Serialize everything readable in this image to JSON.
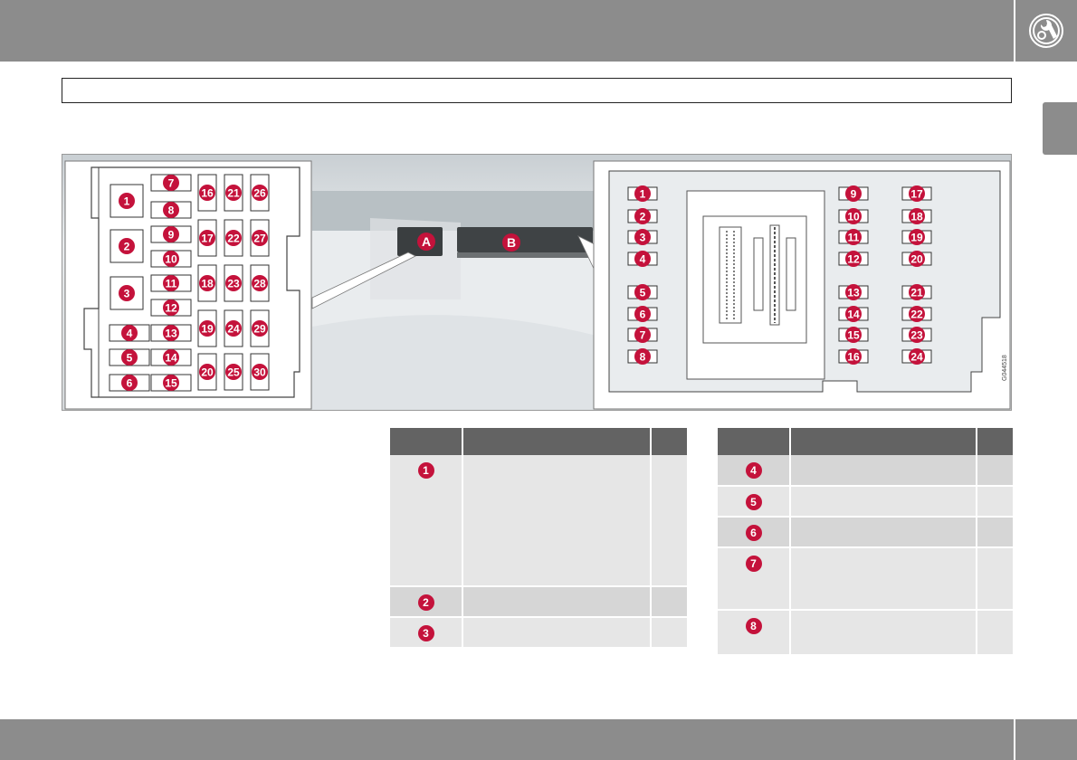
{
  "colors": {
    "bar": "#8c8c8c",
    "badge": "#c4123b",
    "table_header": "#636363",
    "row_dark": "#d6d6d6",
    "row_light": "#e6e6e6"
  },
  "header": {
    "icon": "wrench-gear-icon",
    "section_title": ""
  },
  "figure": {
    "callouts": [
      "A",
      "B"
    ],
    "code": "G044518",
    "left_panel": {
      "relays": [
        "1",
        "2",
        "3"
      ],
      "small_left": [
        "4",
        "5",
        "6"
      ],
      "col2": [
        "7",
        "8",
        "9",
        "10",
        "11",
        "12",
        "13",
        "14",
        "15"
      ],
      "col3": [
        "16",
        "17",
        "18",
        "19",
        "20"
      ],
      "col4": [
        "21",
        "22",
        "23",
        "24",
        "25"
      ],
      "col5": [
        "26",
        "27",
        "28",
        "29",
        "30"
      ]
    },
    "right_panel": {
      "col1": [
        "1",
        "2",
        "3",
        "4",
        "5",
        "6",
        "7",
        "8"
      ],
      "col2": [
        "9",
        "10",
        "11",
        "12",
        "13",
        "14",
        "15",
        "16"
      ],
      "col3": [
        "17",
        "18",
        "19",
        "20",
        "21",
        "22",
        "23",
        "24"
      ]
    }
  },
  "table_left": {
    "rows": [
      {
        "num": "1",
        "func": "",
        "amp": ""
      },
      {
        "num": "2",
        "func": "",
        "amp": ""
      },
      {
        "num": "3",
        "func": "",
        "amp": ""
      }
    ]
  },
  "table_right": {
    "rows": [
      {
        "num": "4",
        "func": "",
        "amp": ""
      },
      {
        "num": "5",
        "func": "",
        "amp": ""
      },
      {
        "num": "6",
        "func": "",
        "amp": ""
      },
      {
        "num": "7",
        "func": "",
        "amp": ""
      },
      {
        "num": "8",
        "func": "",
        "amp": ""
      }
    ]
  }
}
